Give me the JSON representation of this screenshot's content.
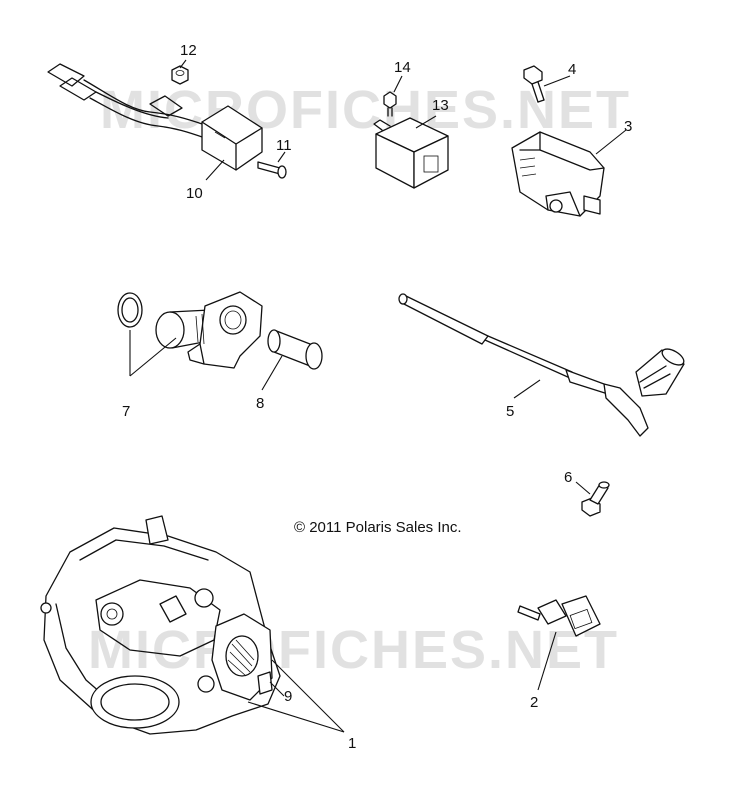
{
  "copyright": "© 2011 Polaris Sales Inc.",
  "watermark": "MICROFICHES.NET",
  "callouts": [
    {
      "id": "1",
      "text": "1"
    },
    {
      "id": "2",
      "text": "2"
    },
    {
      "id": "3",
      "text": "3"
    },
    {
      "id": "4",
      "text": "4"
    },
    {
      "id": "5",
      "text": "5"
    },
    {
      "id": "6",
      "text": "6"
    },
    {
      "id": "7",
      "text": "7"
    },
    {
      "id": "8",
      "text": "8"
    },
    {
      "id": "9",
      "text": "9"
    },
    {
      "id": "10",
      "text": "10"
    },
    {
      "id": "11",
      "text": "11"
    },
    {
      "id": "12",
      "text": "12"
    },
    {
      "id": "13",
      "text": "13"
    },
    {
      "id": "14",
      "text": "14"
    }
  ]
}
